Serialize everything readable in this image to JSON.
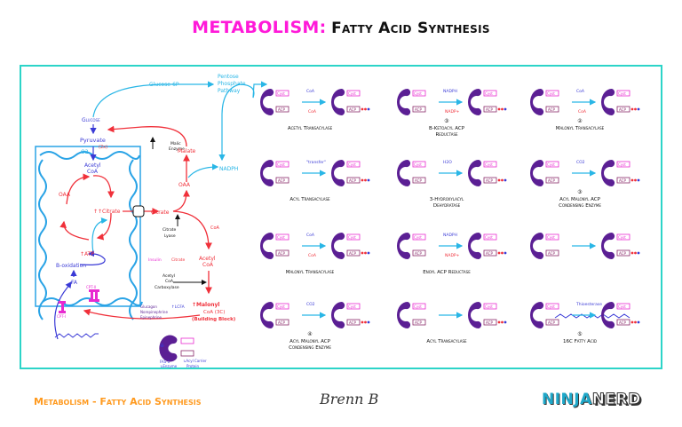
{
  "title": {
    "topic": "METABOLISM:",
    "subtitle": "Fatty Acid Synthesis"
  },
  "colors": {
    "title_pink": "#ff1ad9",
    "frame_teal": "#2cd4c8",
    "cyan": "#29b6e6",
    "red": "#f0303a",
    "blue": "#3a3ad6",
    "purple": "#5b1f94",
    "magenta": "#e82ad0",
    "footer_orange": "#ff9a1f"
  },
  "pathway": {
    "glucose": "Glucose",
    "glucose_6p": "Glucose-6P",
    "ppp_line1": "Pentose",
    "ppp_line2": "Phosphate",
    "ppp_line3": "Pathway",
    "pyruvate": "Pyruvate",
    "pyruvate_count": "(2x)",
    "o2": "O2",
    "acetyl_coa_mito_1": "Acetyl",
    "acetyl_coa_mito_2": "CoA",
    "oaa_mito": "OAA",
    "citrate_mito": "↑↑Citrate",
    "atp": "↑ATP",
    "beta_oxidation": "B-oxidation",
    "fa": "FA",
    "cpt2": "CPT-II",
    "cpt1": "CPT-I",
    "malic_enzyme_1": "Malic",
    "malic_enzyme_2": "Enzyme",
    "malate": "Malate",
    "oaa_cyto": "OAA",
    "nadph": "NADPH",
    "citrate_cyto": "Citrate",
    "citrate_lyase_1": "Citrate",
    "citrate_lyase_2": "Lyase",
    "coa": "CoA",
    "acetyl_coa_cyto_1": "Acetyl",
    "acetyl_coa_cyto_2": "CoA",
    "insulin": "Insulin",
    "citrate_activator": "Citrate",
    "acc_1": "Acetyl",
    "acc_2": "CoA",
    "acc_3": "Carboxylase",
    "glucagon_1": "Glucagon",
    "glucagon_2": "Norepinephrine",
    "glucagon_3": "Epinephrine",
    "lcfa": "↑LCFA",
    "malonyl_1": "↑Malonyl",
    "malonyl_2": "CoA (3C)",
    "malonyl_3": "(Building Block)",
    "fas_label": "FAS-1",
    "fas_enzyme": "↳Enzyme",
    "acp_label_1": "↳Acyl Carrier",
    "acp_label_2": "Protein",
    "cyst": "Cyst",
    "acp": "ACP",
    "sh": "SH"
  },
  "steps": [
    {
      "name": "Acetyl Transacylase",
      "number": "",
      "reagent_top": "CoA",
      "reagent_bottom": "CoA"
    },
    {
      "name": "B-Ketoacyl ACP Reductase",
      "number": "③",
      "reagent_top": "NADPH",
      "reagent_bottom": "NADP+"
    },
    {
      "name": "Malonyl Transacylase",
      "number": "②",
      "reagent_top": "CoA",
      "reagent_bottom": "CoA"
    },
    {
      "name": "Acyl Transacylase",
      "number": "",
      "reagent_top": "\"transfer\"",
      "reagent_bottom": ""
    },
    {
      "name": "3-Hydroxylacyl Dehydratase",
      "number": "",
      "reagent_top": "H2O",
      "reagent_bottom": ""
    },
    {
      "name": "Acyl Malonyl ACP Condensing Enzyme",
      "number": "③",
      "reagent_top": "CO2",
      "reagent_bottom": ""
    },
    {
      "name": "Malonyl Transacylase",
      "number": "",
      "reagent_top": "CoA",
      "reagent_bottom": "CoA"
    },
    {
      "name": "Enoyl ACP Reductase",
      "number": "",
      "reagent_top": "NADPH",
      "reagent_bottom": "NADP+"
    },
    {
      "name": "",
      "number": "",
      "reagent_top": "",
      "reagent_bottom": ""
    },
    {
      "name": "Acyl Malonyl ACP Condensing Enzyme",
      "number": "④",
      "reagent_top": "CO2",
      "reagent_bottom": ""
    },
    {
      "name": "Acyl Transacylase",
      "number": "",
      "reagent_top": "",
      "reagent_bottom": ""
    },
    {
      "name": "16C Fatty Acid",
      "number": "⑤",
      "reagent_top": "Thioesterase",
      "reagent_bottom": ""
    }
  ],
  "footer": {
    "left": "Metabolism - Fatty Acid Synthesis",
    "signature": "Brenn B",
    "logo_part1": "NINJA",
    "logo_part2": "NERD"
  }
}
